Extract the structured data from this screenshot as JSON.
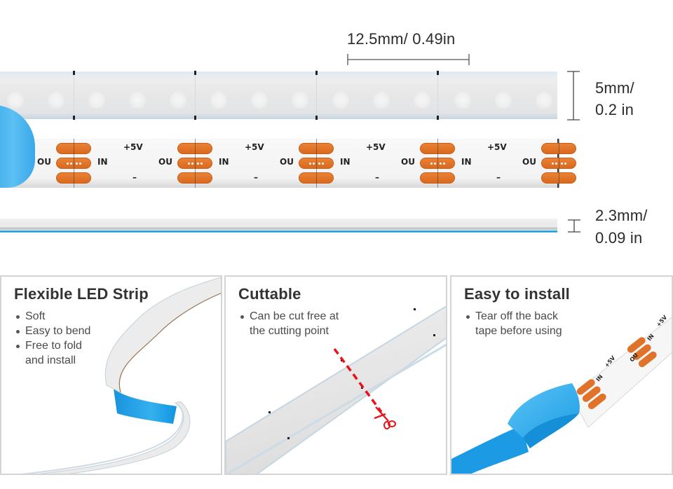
{
  "dimensions": {
    "segment_length": "12.5mm/ 0.49in",
    "width_line1": "5mm/",
    "width_line2": "0.2 in",
    "thickness_line1": "2.3mm/",
    "thickness_line2": "0.09 in"
  },
  "pcb_labels": {
    "out": "OU",
    "in": "IN",
    "positive": "+5V",
    "negative": "–"
  },
  "panels": [
    {
      "title": "Flexible LED Strip",
      "bullets": [
        "Soft",
        "Easy to bend",
        "Free to fold and install"
      ],
      "bullet_lines": [
        "Soft",
        "Easy to bend",
        "Free to fold",
        "and install"
      ]
    },
    {
      "title": "Cuttable",
      "bullets": [
        "Can be cut free at the cutting point"
      ],
      "bullet_lines": [
        "Can be cut free at",
        "the cutting point"
      ]
    },
    {
      "title": "Easy to install",
      "bullets": [
        "Tear off the back tape before using"
      ],
      "bullet_lines": [
        "Tear off the back",
        "tape before using"
      ]
    }
  ],
  "icons": {
    "scissors": "scissors-icon",
    "cut_line": "dashed-cut-line"
  },
  "colors": {
    "backing_tape": "#1fa3e8",
    "solder_pad": "#e0722a",
    "cut_line": "#e8141b",
    "text_dark": "#333333",
    "panel_border": "#d4d4d4"
  }
}
